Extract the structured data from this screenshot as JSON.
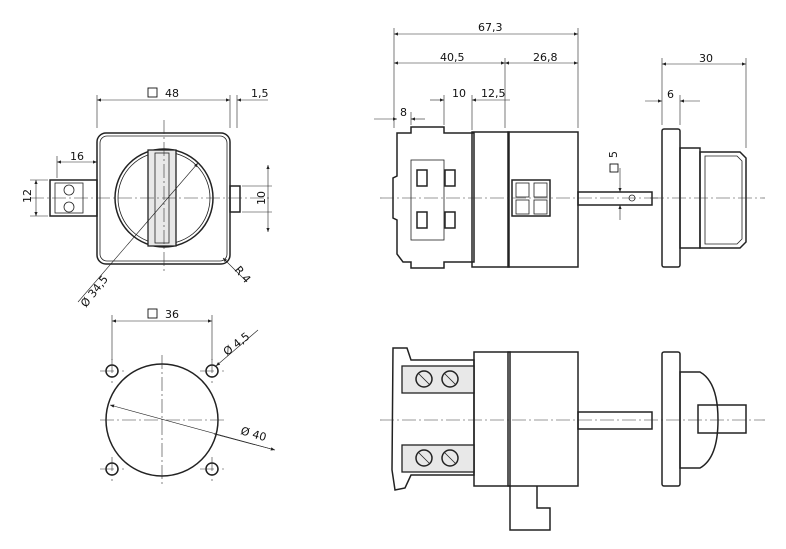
{
  "front_view": {
    "width": "48",
    "offset": "1,5",
    "spacing": "16",
    "height_left": "12",
    "height_right": "10",
    "radius": "R 4",
    "diameter": "Ø 34,5"
  },
  "cutout_view": {
    "width": "36",
    "hole": "Ø 4,5",
    "diameter": "Ø 40"
  },
  "side_view": {
    "total": "67,3",
    "part_a": "40,5",
    "part_b": "26,8",
    "d8": "8",
    "d10": "10",
    "d12": "12,5",
    "shaft": "5"
  },
  "end_view": {
    "depth": "30",
    "plate": "6"
  },
  "colors": {
    "line": "#222222",
    "fill": "#e8e8e8"
  }
}
